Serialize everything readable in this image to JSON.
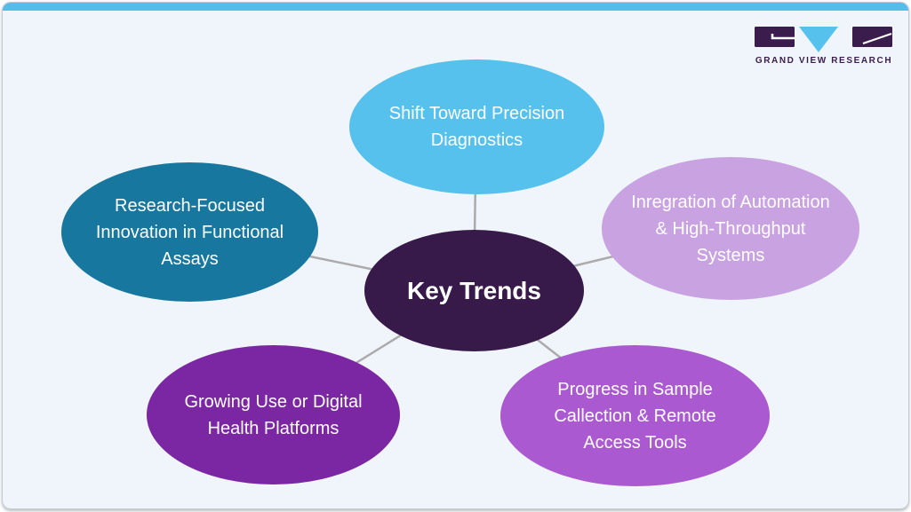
{
  "page": {
    "background_color": "#EFF5FA",
    "top_bar_color": "#54BEEA"
  },
  "logo": {
    "wordmark": "GRAND VIEW RESEARCH",
    "mark_dark_color": "#3A1C4D",
    "mark_accent_color": "#57C1EE",
    "text_color": "#3A1C4D"
  },
  "diagram": {
    "type": "hub-and-spoke",
    "connector_color": "#ABABAB",
    "hub": {
      "label": "Key Trends",
      "color": "#371A4A",
      "text_color": "#FFFFFF"
    },
    "nodes": [
      {
        "id": "top",
        "label": "Shift Toward Precision\nDiagnostics",
        "color": "#57C1EE"
      },
      {
        "id": "right",
        "label": "Inregration of Automation\n& High-Throughput\nSystems",
        "color": "#C9A2E1"
      },
      {
        "id": "bottom-right",
        "label": "Progress in Sample\nCallection & Remote\nAccess Tools",
        "color": "#AA59D1"
      },
      {
        "id": "bottom-left",
        "label": "Growing Use or Digital\nHealth Platforms",
        "color": "#7B27A3"
      },
      {
        "id": "left",
        "label": "Research-Focused\nInnovation in Functional\nAssays",
        "color": "#17779F"
      }
    ]
  }
}
